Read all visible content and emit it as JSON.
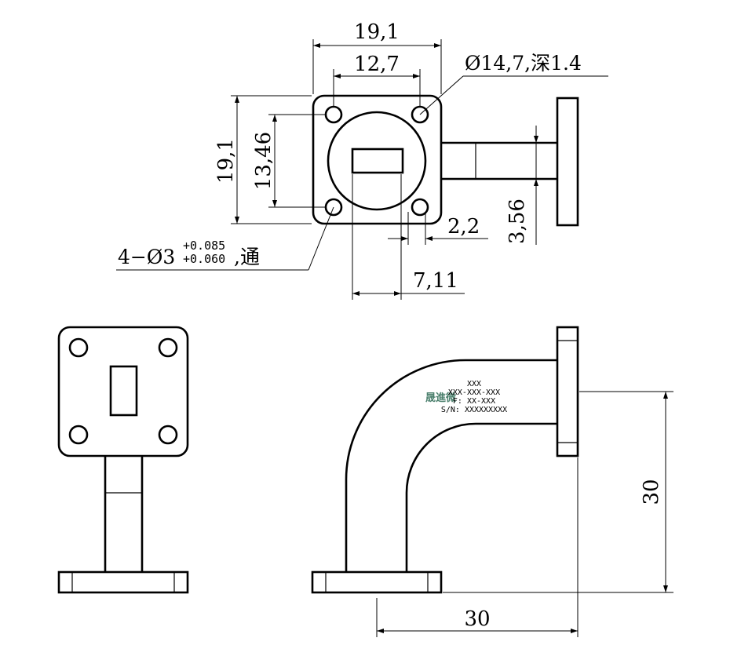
{
  "drawing": {
    "top_view": {
      "dim_outer_width": "19,1",
      "dim_hole_pitch_h": "12,7",
      "dim_outer_height": "19,1",
      "dim_hole_pitch_v": "13,46",
      "counterbore": "Ø14,7,深1.4",
      "holes_note_prefix": "4−Ø3",
      "holes_tol_upper": "+0.085",
      "holes_tol_lower": "+0.060",
      "holes_note_suffix": ",通",
      "dim_offset_small": "2,2",
      "dim_offset_large": "7,11",
      "dim_arm": "3,56"
    },
    "side_view": {
      "dim_vertical": "30",
      "dim_horizontal": "30",
      "label": {
        "logo": "晟進微",
        "line1": "XXX",
        "line2": "XXX-XXX-XXX",
        "line3": "F: XX-XXX",
        "line4": "S/N: XXXXXXXXX"
      }
    }
  }
}
